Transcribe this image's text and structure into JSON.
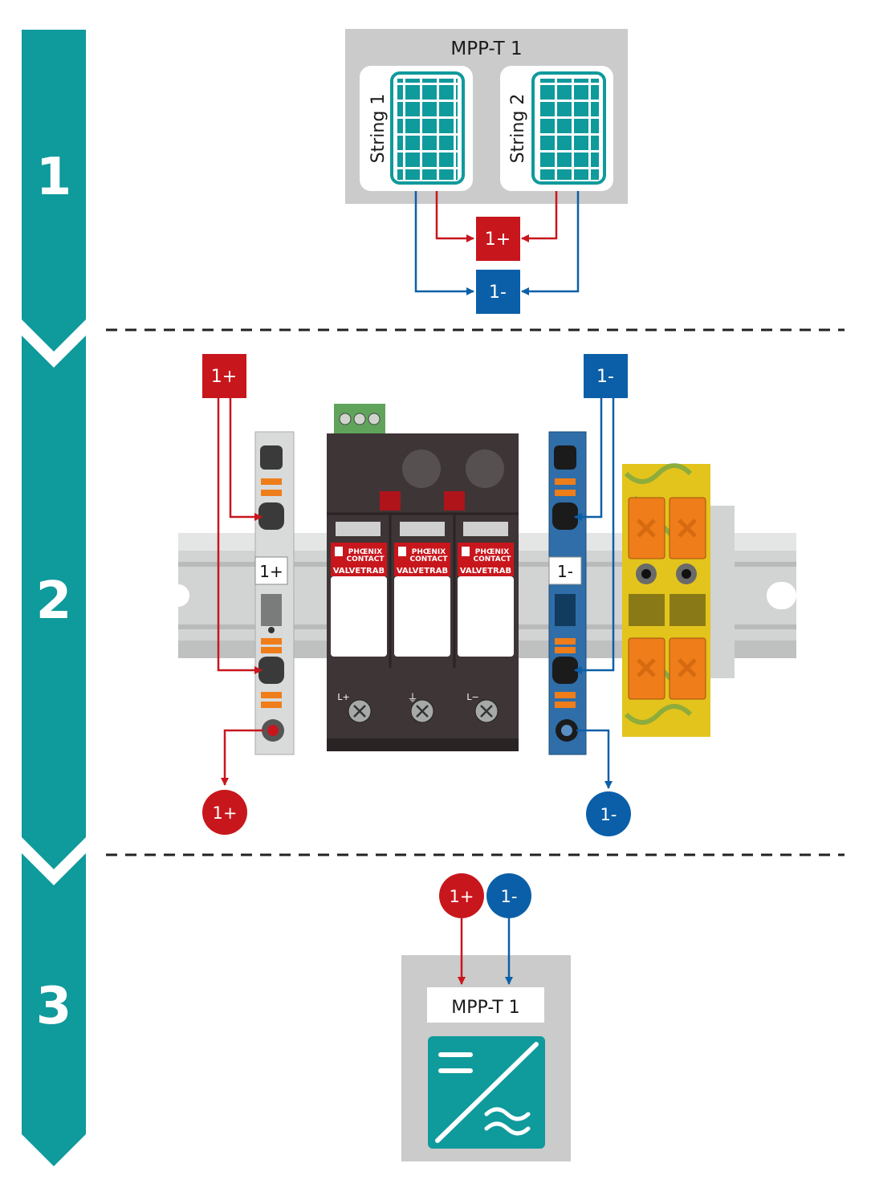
{
  "steps": [
    {
      "number": "1"
    },
    {
      "number": "2"
    },
    {
      "number": "3"
    }
  ],
  "step1": {
    "box_title": "MPP-T 1",
    "string_labels": [
      "String 1",
      "String 2"
    ],
    "pos_label": "1+",
    "neg_label": "1-"
  },
  "step2": {
    "in_pos_label": "1+",
    "in_neg_label": "1-",
    "terminal_pos_tag": "1+",
    "terminal_neg_tag": "1-",
    "brand": "PHŒNIX CONTACT",
    "brand_line1": "PHŒNIX",
    "brand_line2": "CONTACT",
    "product": "VALVETRAB",
    "spd_terminals": [
      "L+",
      "⏚",
      "L−"
    ],
    "out_pos_label": "1+",
    "out_neg_label": "1-"
  },
  "step3": {
    "pos_label": "1+",
    "neg_label": "1-",
    "inverter_label": "MPP-T 1"
  },
  "colors": {
    "teal": "#0f9a9c",
    "red": "#c8161d",
    "blue": "#0b5fa8",
    "grey_box": "#cbcbcb",
    "dark_module": "#3e3536",
    "orange": "#ee7d1a",
    "yellow": "#e3c41c"
  }
}
